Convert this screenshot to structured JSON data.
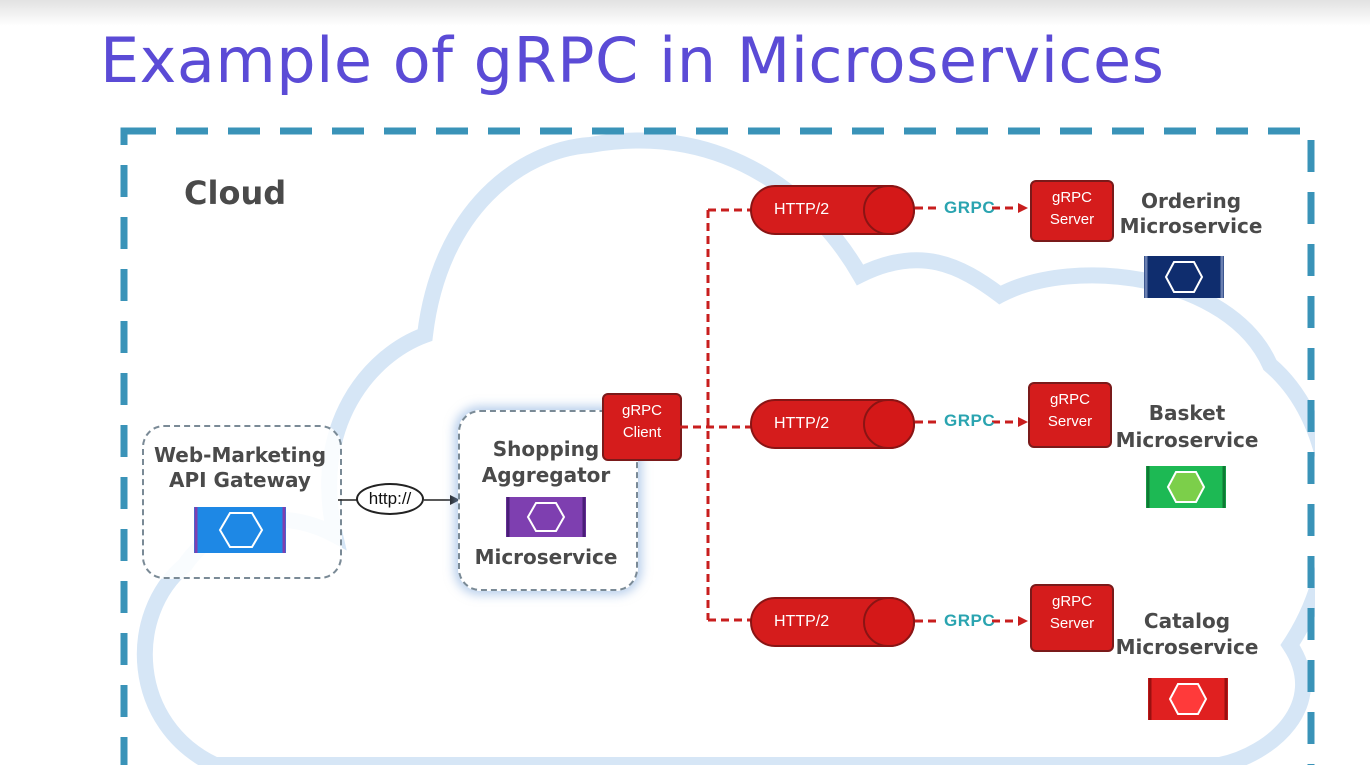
{
  "title": "Example of gRPC in Microservices",
  "cloud_label": "Cloud",
  "gateway": {
    "line1": "Web-Marketing",
    "line2": "API Gateway"
  },
  "aggregator": {
    "line1": "Shopping",
    "line2": "Aggregator",
    "line3": "Microservice"
  },
  "http_link_label": "http://",
  "grpc_client": {
    "line1": "gRPC",
    "line2": "Client"
  },
  "channels": [
    {
      "transport": "HTTP/2",
      "protocol": "GRPC",
      "server_line1": "gRPC",
      "server_line2": "Server",
      "service_line1": "Ordering",
      "service_line2": "Microservice"
    },
    {
      "transport": "HTTP/2",
      "protocol": "GRPC",
      "server_line1": "gRPC",
      "server_line2": "Server",
      "service_line1": "Basket",
      "service_line2": "Microservice"
    },
    {
      "transport": "HTTP/2",
      "protocol": "GRPC",
      "server_line1": "gRPC",
      "server_line2": "Server",
      "service_line1": "Catalog",
      "service_line2": "Microservice"
    }
  ],
  "colors": {
    "title": "#5b4bd6",
    "frame_border": "#3a93b8",
    "cloud_outline": "#d6e6f6",
    "grpc_red": "#d51c1c",
    "grpc_text": "#2aa4b0",
    "gateway_icon": "#1e88e5",
    "aggregator_icon": "#7e3fb0",
    "ordering_icon": "#0f2d6e",
    "basket_icon": "#1db954",
    "catalog_icon": "#e02020"
  },
  "icons": {
    "gateway": "hexagon-bracket-icon",
    "aggregator": "hexagon-bracket-icon",
    "ordering": "hexagon-bracket-icon",
    "basket": "hexagon-bracket-icon",
    "catalog": "hexagon-bracket-icon"
  }
}
